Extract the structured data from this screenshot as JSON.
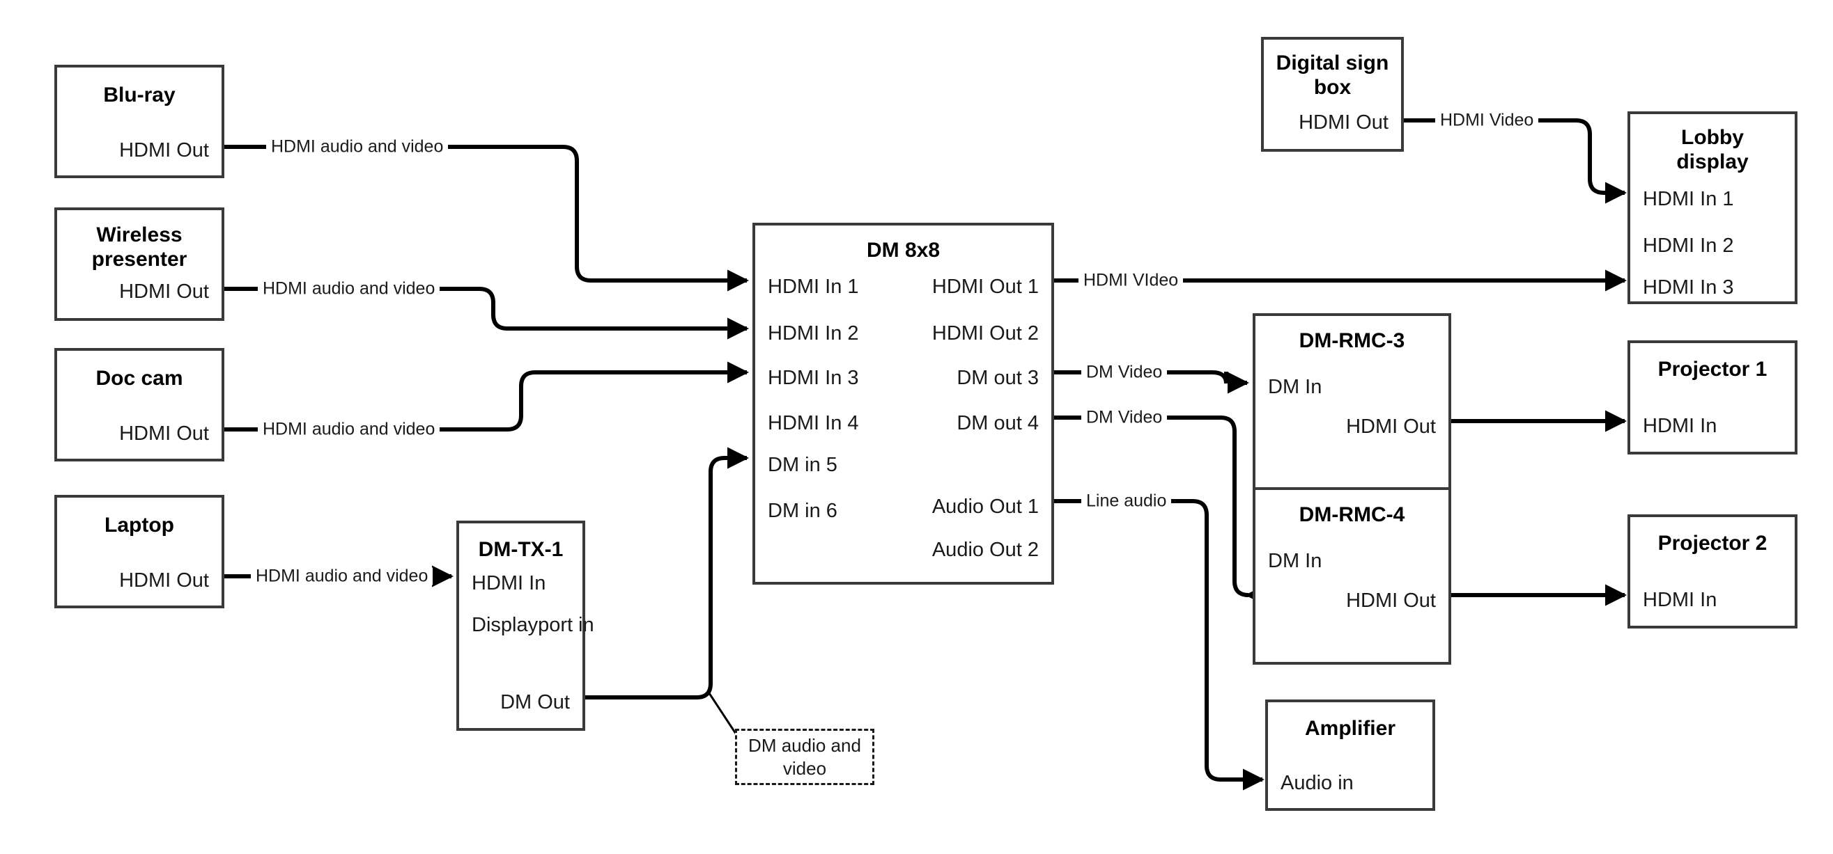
{
  "diagram": {
    "title": "AV signal flow diagram",
    "colors": {
      "box_stroke": "#3a3a3a",
      "wire": "#000000",
      "text": "#1a1a1a",
      "background": "#ffffff"
    }
  },
  "nodes": {
    "bluray": {
      "title": "Blu-ray",
      "ports": {
        "out1": "HDMI Out"
      }
    },
    "wireless": {
      "title": "Wireless\npresenter",
      "title_line1": "Wireless",
      "title_line2": "presenter",
      "ports": {
        "out1": "HDMI Out"
      }
    },
    "doccam": {
      "title": "Doc cam",
      "ports": {
        "out1": "HDMI Out"
      }
    },
    "laptop": {
      "title": "Laptop",
      "ports": {
        "out1": "HDMI Out"
      }
    },
    "dmtx1": {
      "title": "DM-TX-1",
      "ports": {
        "in1": "HDMI In",
        "in2": "Displayport in",
        "out1": "DM Out"
      }
    },
    "dm8x8": {
      "title": "DM 8x8",
      "inputs": [
        "HDMI In 1",
        "HDMI In 2",
        "HDMI In 3",
        "HDMI In 4",
        "DM in 5",
        "DM in 6"
      ],
      "outputs": [
        "HDMI Out 1",
        "HDMI Out 2",
        "DM out 3",
        "DM out 4",
        "Audio Out 1",
        "Audio Out 2"
      ]
    },
    "digitalsign": {
      "title_line1": "Digital sign",
      "title_line2": "box",
      "ports": {
        "out1": "HDMI Out"
      }
    },
    "lobbydisplay": {
      "title_line1": "Lobby",
      "title_line2": "display",
      "inputs": [
        "HDMI In 1",
        "HDMI In 2",
        "HDMI In 3"
      ]
    },
    "dmrmc3": {
      "title": "DM-RMC-3",
      "ports": {
        "in1": "DM In",
        "out1": "HDMI Out"
      }
    },
    "dmrmc4": {
      "title": "DM-RMC-4",
      "ports": {
        "in1": "DM In",
        "out1": "HDMI Out"
      }
    },
    "projector1": {
      "title": "Projector 1",
      "ports": {
        "in1": "HDMI In"
      }
    },
    "projector2": {
      "title": "Projector 2",
      "ports": {
        "in1": "HDMI In"
      }
    },
    "amplifier": {
      "title": "Amplifier",
      "ports": {
        "in1": "Audio in"
      }
    }
  },
  "wire_labels": {
    "bluray_to_dm": "HDMI audio and video",
    "wireless_to_dm": "HDMI audio and video",
    "doccam_to_dm": "HDMI audio and video",
    "laptop_to_tx": "HDMI audio and video",
    "dm_out1_to_lobby": "HDMI VIdeo",
    "dm_out3_to_rmc3": "DM Video",
    "dm_out4_to_rmc4": "DM Video",
    "dm_audio1_to_amp": "Line audio",
    "sign_to_lobby": "HDMI Video"
  },
  "callout": {
    "line1": "DM audio and",
    "line2": "video"
  }
}
